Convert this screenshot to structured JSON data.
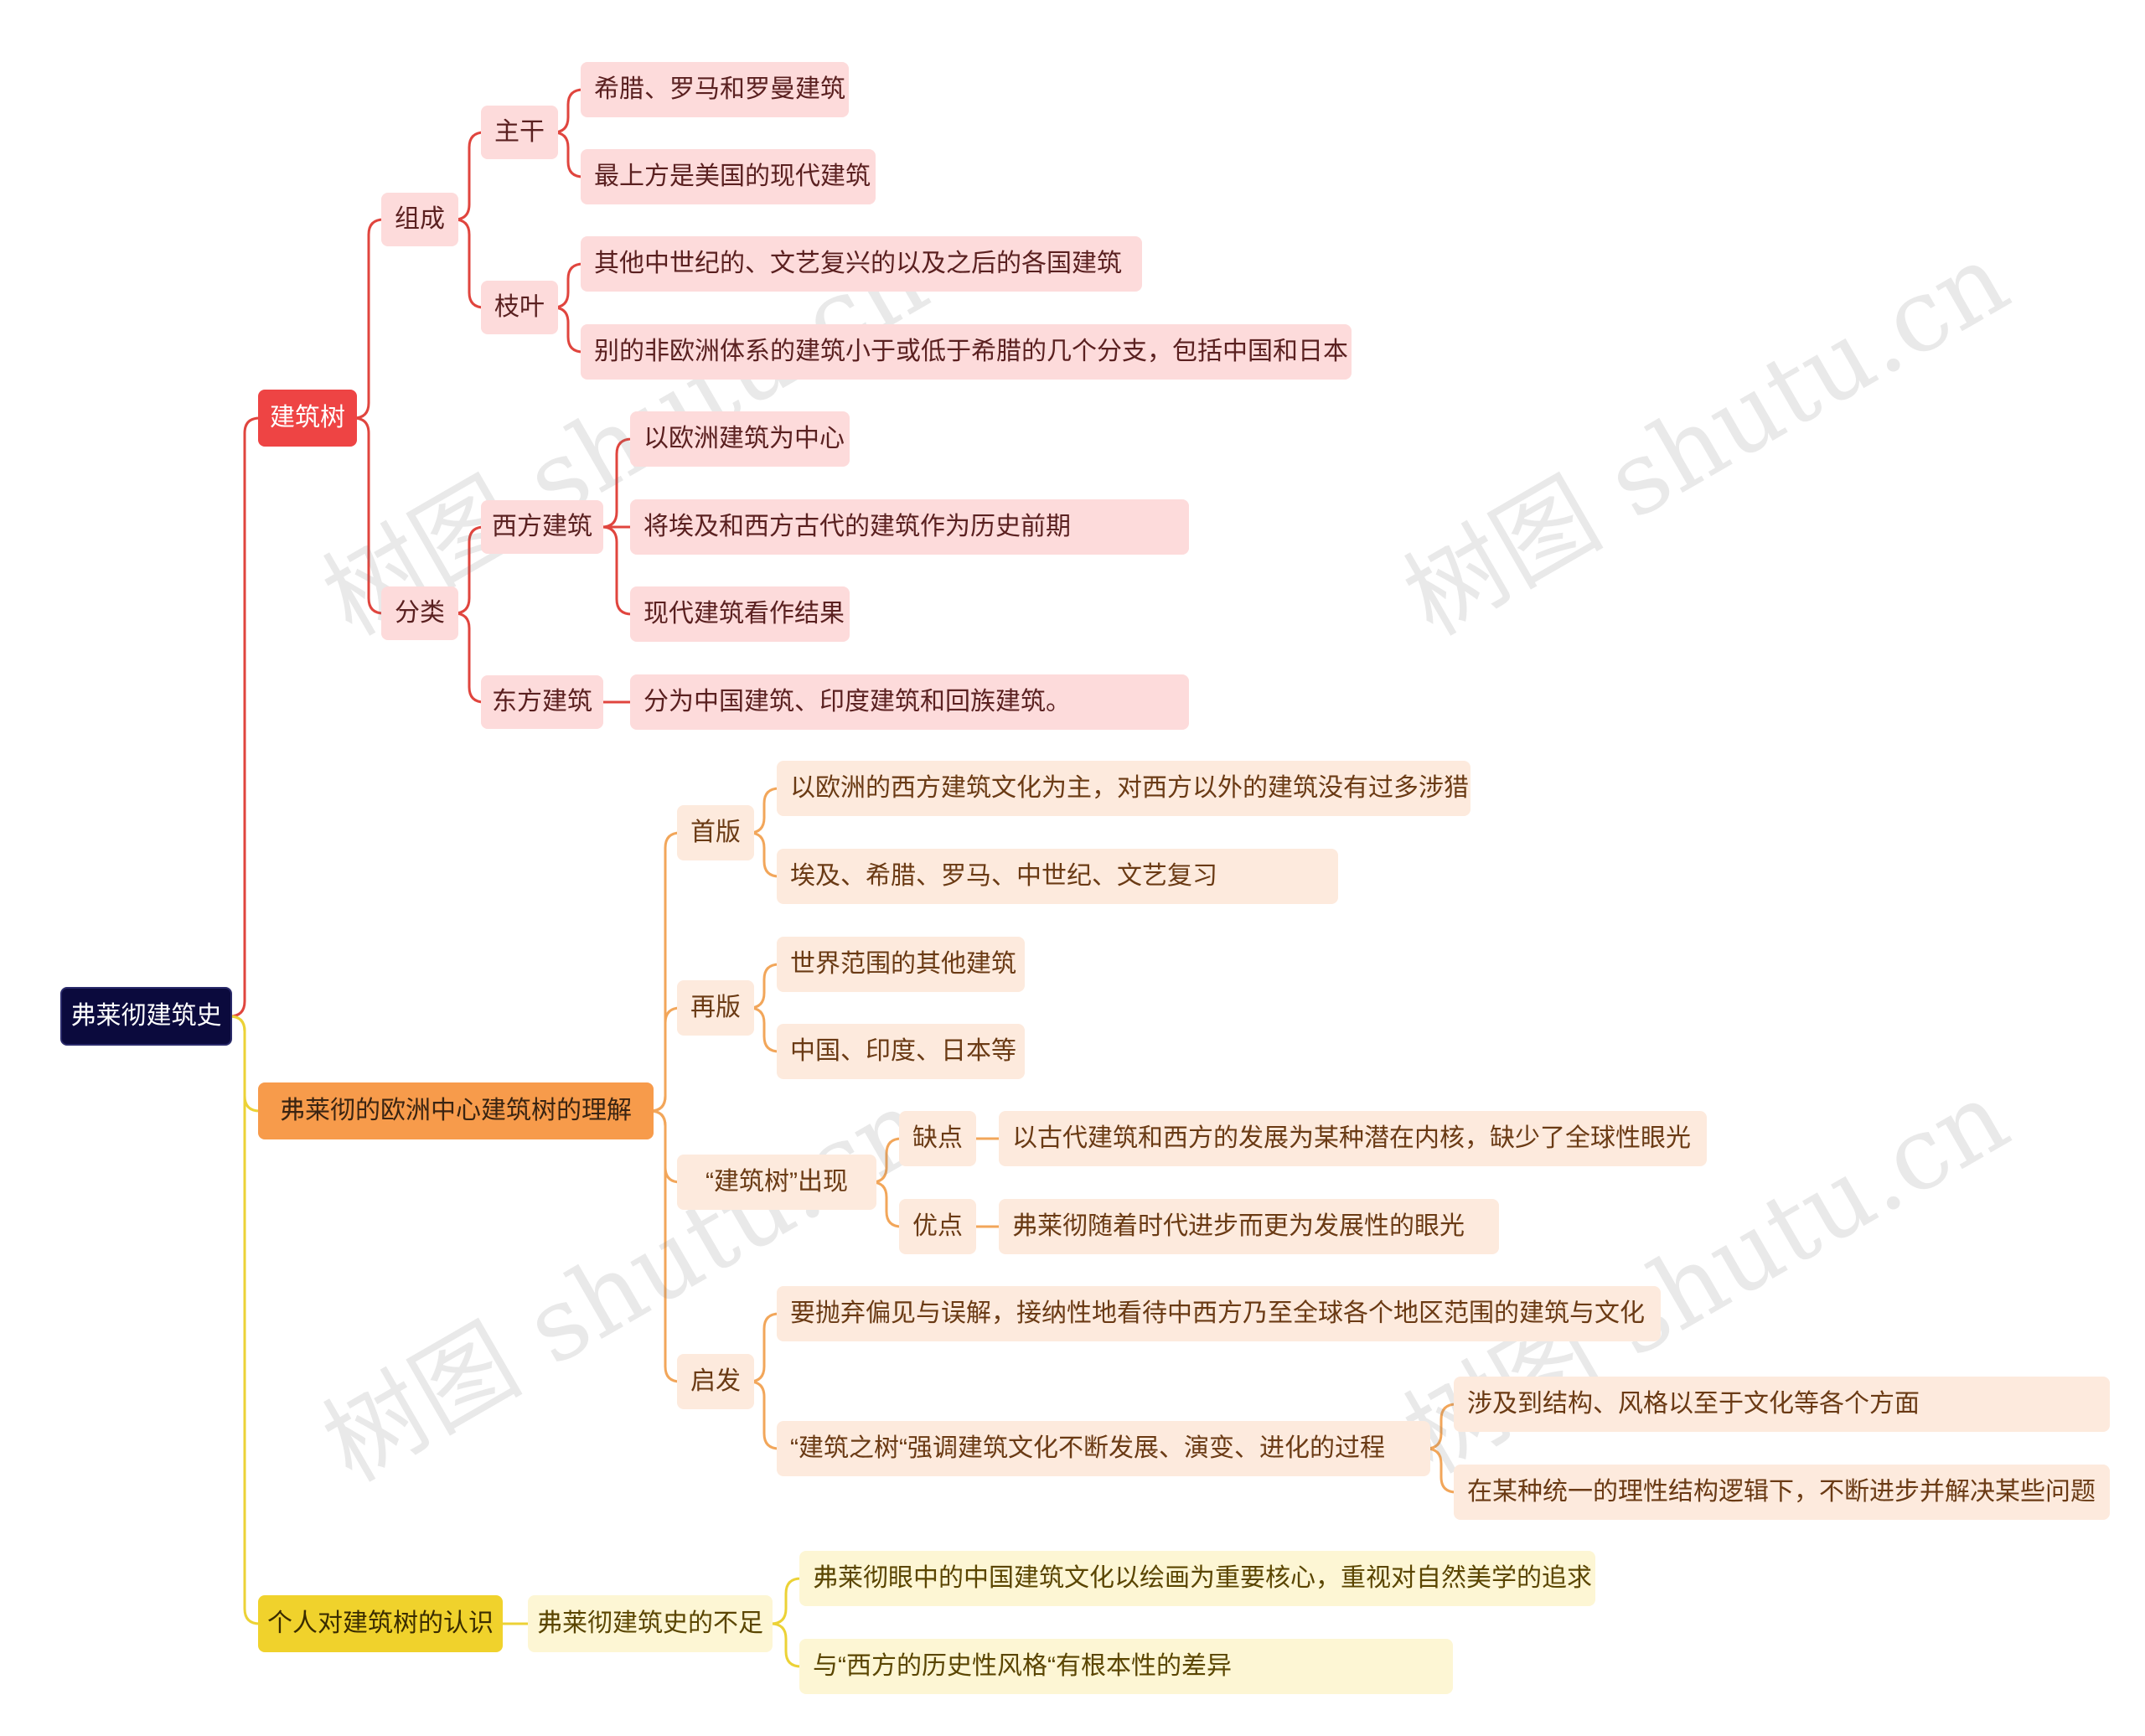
{
  "watermark": "树图 shutu.cn",
  "colors": {
    "root": "#0b0a3d",
    "branch_1": "#ee4444",
    "branch_2": "#f79b4b",
    "branch_3": "#f0d22c",
    "line_1": "#e0453e",
    "line_2": "#f2a65a",
    "line_3": "#ecd236"
  },
  "root": {
    "label": "弗莱彻建筑史",
    "branches": [
      {
        "label": "建筑树",
        "children": [
          {
            "label": "组成",
            "children": [
              {
                "label": "主干",
                "children": [
                  {
                    "label": "希腊、罗马和罗曼建筑"
                  },
                  {
                    "label": "最上方是美国的现代建筑"
                  }
                ]
              },
              {
                "label": "枝叶",
                "children": [
                  {
                    "label": "其他中世纪的、文艺复兴的以及之后的各国建筑"
                  },
                  {
                    "label": "别的非欧洲体系的建筑小于或低于希腊的几个分支，包括中国和日本"
                  }
                ]
              }
            ]
          },
          {
            "label": "分类",
            "children": [
              {
                "label": "西方建筑",
                "children": [
                  {
                    "label": "以欧洲建筑为中心"
                  },
                  {
                    "label": "将埃及和西方古代的建筑作为历史前期"
                  },
                  {
                    "label": "现代建筑看作结果"
                  }
                ]
              },
              {
                "label": "东方建筑",
                "children": [
                  {
                    "label": "分为中国建筑、印度建筑和回族建筑。"
                  }
                ]
              }
            ]
          }
        ]
      },
      {
        "label": "弗莱彻的欧洲中心建筑树的理解",
        "children": [
          {
            "label": "首版",
            "children": [
              {
                "label": "以欧洲的西方建筑文化为主，对西方以外的建筑没有过多涉猎"
              },
              {
                "label": "埃及、希腊、罗马、中世纪、文艺复习"
              }
            ]
          },
          {
            "label": "再版",
            "children": [
              {
                "label": "世界范围的其他建筑"
              },
              {
                "label": "中国、印度、日本等"
              }
            ]
          },
          {
            "label": "“建筑树”出现",
            "children": [
              {
                "label": "缺点",
                "children": [
                  {
                    "label": "以古代建筑和西方的发展为某种潜在内核，缺少了全球性眼光"
                  }
                ]
              },
              {
                "label": "优点",
                "children": [
                  {
                    "label": "弗莱彻随着时代进步而更为发展性的眼光"
                  }
                ]
              }
            ]
          },
          {
            "label": "启发",
            "children": [
              {
                "label": "要抛弃偏见与误解，接纳性地看待中西方乃至全球各个地区范围的建筑与文化"
              },
              {
                "label": "“建筑之树“强调建筑文化不断发展、演变、进化的过程",
                "children": [
                  {
                    "label": "涉及到结构、风格以至于文化等各个方面"
                  },
                  {
                    "label": "在某种统一的理性结构逻辑下，不断进步并解决某些问题"
                  }
                ]
              }
            ]
          }
        ]
      },
      {
        "label": "个人对建筑树的认识",
        "children": [
          {
            "label": "弗莱彻建筑史的不足",
            "children": [
              {
                "label": "弗莱彻眼中的中国建筑文化以绘画为重要核心，重视对自然美学的追求"
              },
              {
                "label": "与“西方的历史性风格“有根本性的差异"
              }
            ]
          }
        ]
      }
    ]
  }
}
